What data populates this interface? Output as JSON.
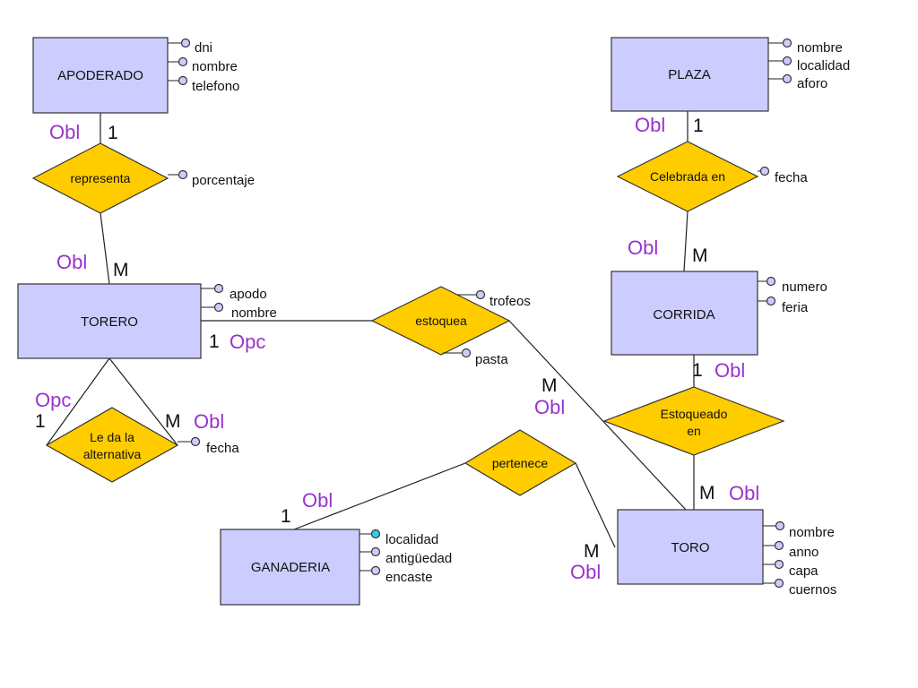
{
  "diagram": {
    "entities": {
      "apoderado": {
        "name": "APODERADO",
        "attributes": [
          "dni",
          "nombre",
          "telefono"
        ]
      },
      "plaza": {
        "name": "PLAZA",
        "attributes": [
          "nombre",
          "localidad",
          "aforo"
        ]
      },
      "torero": {
        "name": "TORERO",
        "attributes": [
          "apodo",
          "nombre"
        ]
      },
      "corrida": {
        "name": "CORRIDA",
        "attributes": [
          "numero",
          "feria"
        ]
      },
      "ganaderia": {
        "name": "GANADERIA",
        "attributes": [
          "localidad",
          "antigüedad",
          "encaste"
        ]
      },
      "toro": {
        "name": "TORO",
        "attributes": [
          "nombre",
          "anno",
          "capa",
          "cuernos"
        ]
      }
    },
    "relationships": {
      "representa": {
        "label": [
          "representa"
        ],
        "attributes": [
          "porcentaje"
        ]
      },
      "celebrada": {
        "label": [
          "Celebrada en"
        ],
        "attributes": [
          "fecha"
        ]
      },
      "estoquea": {
        "label": [
          "estoquea"
        ],
        "attributes": [
          "trofeos",
          "pasta"
        ]
      },
      "estoqueado": {
        "label": [
          "Estoqueado",
          "en"
        ],
        "attributes": []
      },
      "alternativa": {
        "label": [
          "Le da la",
          "alternativa"
        ],
        "attributes": [
          "fecha"
        ]
      },
      "pertenece": {
        "label": [
          "pertenece"
        ],
        "attributes": []
      }
    },
    "annotations": {
      "apoderado_representa_opt": "Obl",
      "apoderado_representa_card": "1",
      "torero_representa_opt": "Obl",
      "torero_representa_card": "M",
      "plaza_celebrada_opt": "Obl",
      "plaza_celebrada_card": "1",
      "corrida_celebrada_opt": "Obl",
      "corrida_celebrada_card": "M",
      "torero_estoquea_card": "1",
      "torero_estoquea_opt": "Opc",
      "toro_estoquea_card": "M",
      "toro_estoquea_opt": "Obl",
      "corrida_estoqueado_card": "1",
      "corrida_estoqueado_opt": "Obl",
      "toro_estoqueado_card": "M",
      "toro_estoqueado_opt": "Obl",
      "alt_left_opt": "Opc",
      "alt_left_card": "1",
      "alt_right_card": "M",
      "alt_right_opt": "Obl",
      "ganaderia_pertenece_opt": "Obl",
      "ganaderia_pertenece_card": "1",
      "toro_pertenece_card": "M",
      "toro_pertenece_opt": "Obl"
    },
    "colors": {
      "entity_fill": "#ccccff",
      "relationship_fill": "#ffcc00",
      "optionality_text": "#9933cc",
      "key_attribute_dot": "#33ccee"
    }
  }
}
